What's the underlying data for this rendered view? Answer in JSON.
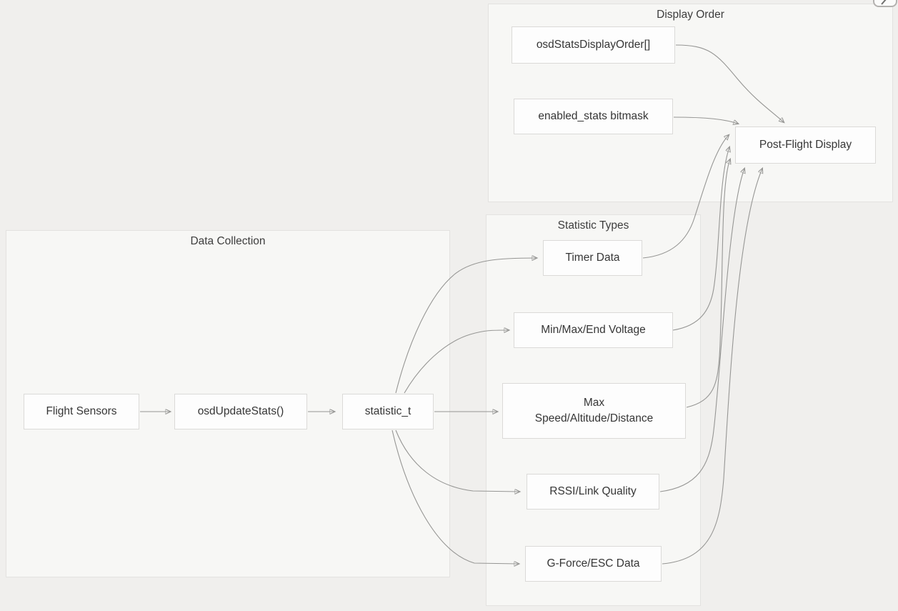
{
  "diagram": {
    "clusters": {
      "display_order": {
        "label": "Display Order"
      },
      "data_collection": {
        "label": "Data Collection"
      },
      "statistic_types": {
        "label": "Statistic Types"
      }
    },
    "nodes": {
      "osd_stats_display_order": {
        "label": "osdStatsDisplayOrder[]"
      },
      "enabled_stats_bitmask": {
        "label": "enabled_stats bitmask"
      },
      "post_flight_display": {
        "label": "Post-Flight Display"
      },
      "flight_sensors": {
        "label": "Flight Sensors"
      },
      "osd_update_stats": {
        "label": "osdUpdateStats()"
      },
      "statistic_t": {
        "label": "statistic_t"
      },
      "timer_data": {
        "label": "Timer Data"
      },
      "min_max_end_voltage": {
        "label": "Min/Max/End Voltage"
      },
      "max_speed_altitude_distance": {
        "line1": "Max",
        "line2": "Speed/Altitude/Distance"
      },
      "rssi_link_quality": {
        "label": "RSSI/Link Quality"
      },
      "g_force_esc_data": {
        "label": "G-Force/ESC Data"
      }
    },
    "edges": [
      {
        "from": "Flight Sensors",
        "to": "osdUpdateStats()"
      },
      {
        "from": "osdUpdateStats()",
        "to": "statistic_t"
      },
      {
        "from": "statistic_t",
        "to": "Timer Data"
      },
      {
        "from": "statistic_t",
        "to": "Min/Max/End Voltage"
      },
      {
        "from": "statistic_t",
        "to": "Max Speed/Altitude/Distance"
      },
      {
        "from": "statistic_t",
        "to": "RSSI/Link Quality"
      },
      {
        "from": "statistic_t",
        "to": "G-Force/ESC Data"
      },
      {
        "from": "Timer Data",
        "to": "Post-Flight Display"
      },
      {
        "from": "Min/Max/End Voltage",
        "to": "Post-Flight Display"
      },
      {
        "from": "Max Speed/Altitude/Distance",
        "to": "Post-Flight Display"
      },
      {
        "from": "RSSI/Link Quality",
        "to": "Post-Flight Display"
      },
      {
        "from": "G-Force/ESC Data",
        "to": "Post-Flight Display"
      },
      {
        "from": "osdStatsDisplayOrder[]",
        "to": "Post-Flight Display"
      },
      {
        "from": "enabled_stats bitmask",
        "to": "Post-Flight Display"
      }
    ],
    "colors": {
      "page_background": "#f0efed",
      "cluster_fill": "#f7f7f5",
      "cluster_border": "#e3e2e0",
      "node_fill": "#fdfdfd",
      "node_border": "#dbdad8",
      "edge_stroke": "#969694",
      "arrowhead": "#8f8f8d",
      "text": "#363636"
    }
  },
  "controls": {
    "expand_icon": "expand-diagonal-arrow"
  }
}
